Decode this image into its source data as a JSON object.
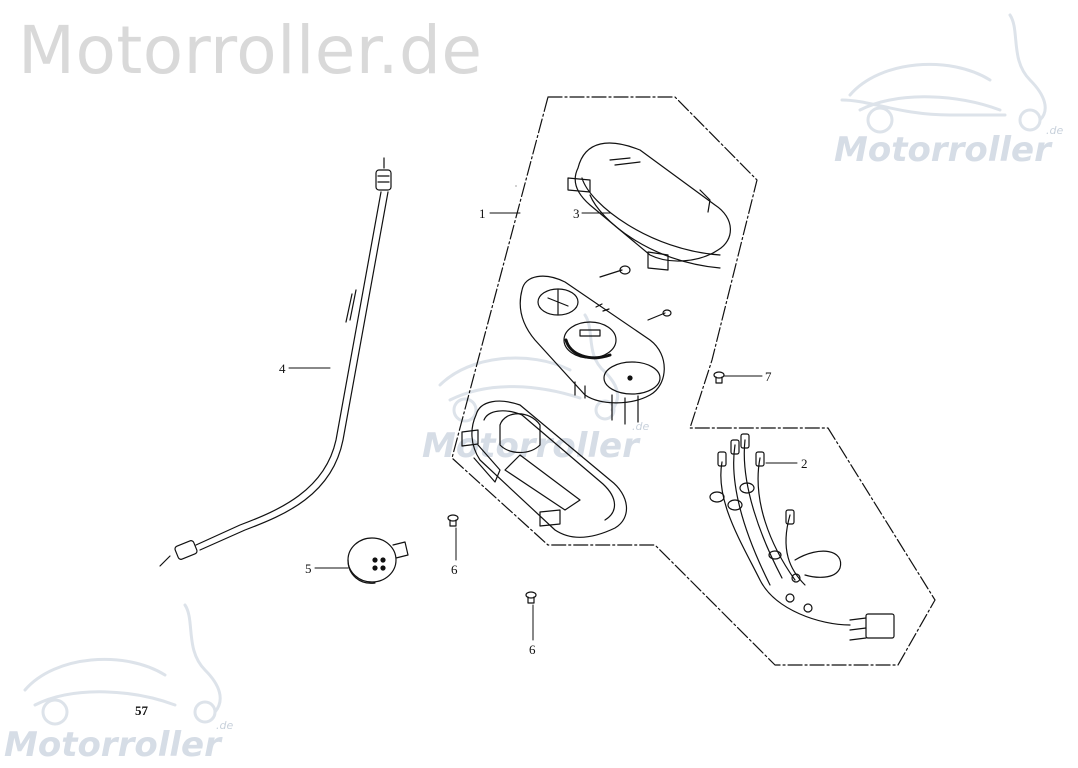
{
  "watermark": {
    "title": "Motorroller.de",
    "brand": "Motorroller",
    "brand_suffix": ".de"
  },
  "callouts": [
    {
      "id": "c1",
      "label": "1"
    },
    {
      "id": "c2",
      "label": "2"
    },
    {
      "id": "c3",
      "label": "3"
    },
    {
      "id": "c4",
      "label": "4"
    },
    {
      "id": "c5",
      "label": "5"
    },
    {
      "id": "c6a",
      "label": "6"
    },
    {
      "id": "c6b",
      "label": "6"
    },
    {
      "id": "c7",
      "label": "7"
    }
  ],
  "page_number": "57",
  "colors": {
    "ink": "#111111",
    "watermark": "#d9d9d9",
    "watermark_logo": "#d6dde6"
  }
}
